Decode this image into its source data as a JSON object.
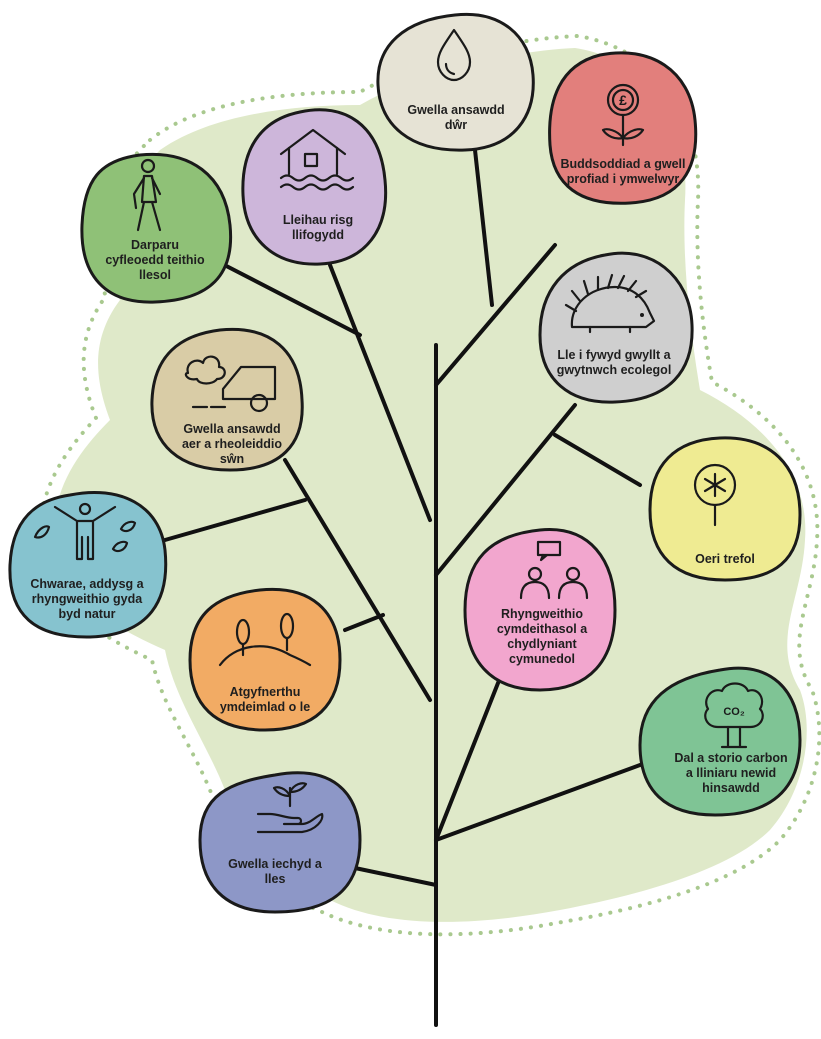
{
  "benefits": [
    {
      "id": "water",
      "lines": [
        "Gwella ansawdd",
        "dŵr"
      ],
      "color": "#e6e3d5",
      "icon": "water-drop-icon"
    },
    {
      "id": "investment",
      "lines": [
        "Buddsoddiad a gwell",
        "profiad i ymwelwyr"
      ],
      "color": "#e27f7c",
      "icon": "money-flower-icon"
    },
    {
      "id": "flood",
      "lines": [
        "Lleihau risg",
        "llifogydd"
      ],
      "color": "#cdb6da",
      "icon": "flooded-house-icon"
    },
    {
      "id": "travel",
      "lines": [
        "Darparu",
        "cyfleoedd teithio",
        "llesol"
      ],
      "color": "#8fc177",
      "icon": "walking-person-icon"
    },
    {
      "id": "wildlife",
      "lines": [
        "Lle i fywyd gwyllt a",
        "gwytnwch ecolegol"
      ],
      "color": "#cfcfcf",
      "icon": "hedgehog-icon"
    },
    {
      "id": "air",
      "lines": [
        "Gwella ansawdd",
        "aer a rheoleiddio",
        "sŵn"
      ],
      "color": "#d9cca6",
      "icon": "car-exhaust-icon"
    },
    {
      "id": "cooling",
      "lines": [
        "Oeri trefol"
      ],
      "color": "#efeb92",
      "icon": "snowflake-tree-icon"
    },
    {
      "id": "play",
      "lines": [
        "Chwarae, addysg a",
        "rhyngweithio gyda",
        "byd natur"
      ],
      "color": "#86c3cf",
      "icon": "person-leaves-icon"
    },
    {
      "id": "social",
      "lines": [
        "Rhyngweithio",
        "cymdeithasol a",
        "chydlyniant",
        "cymunedol"
      ],
      "color": "#f2a6ce",
      "icon": "people-chat-icon"
    },
    {
      "id": "place",
      "lines": [
        "Atgyfnerthu",
        "ymdeimlad o le"
      ],
      "color": "#f2ab64",
      "icon": "hill-trees-icon"
    },
    {
      "id": "carbon",
      "lines": [
        "Dal a storio carbon",
        "a lliniaru newid",
        "hinsawdd"
      ],
      "color": "#7fc495",
      "icon": "co2-tree-icon"
    },
    {
      "id": "health",
      "lines": [
        "Gwella iechyd a",
        "lles"
      ],
      "color": "#8d97c7",
      "icon": "hand-seedling-icon"
    }
  ],
  "colors": {
    "canopy": "#dfe9c9",
    "dots": "#a9c98f",
    "trunk": "#111111"
  }
}
